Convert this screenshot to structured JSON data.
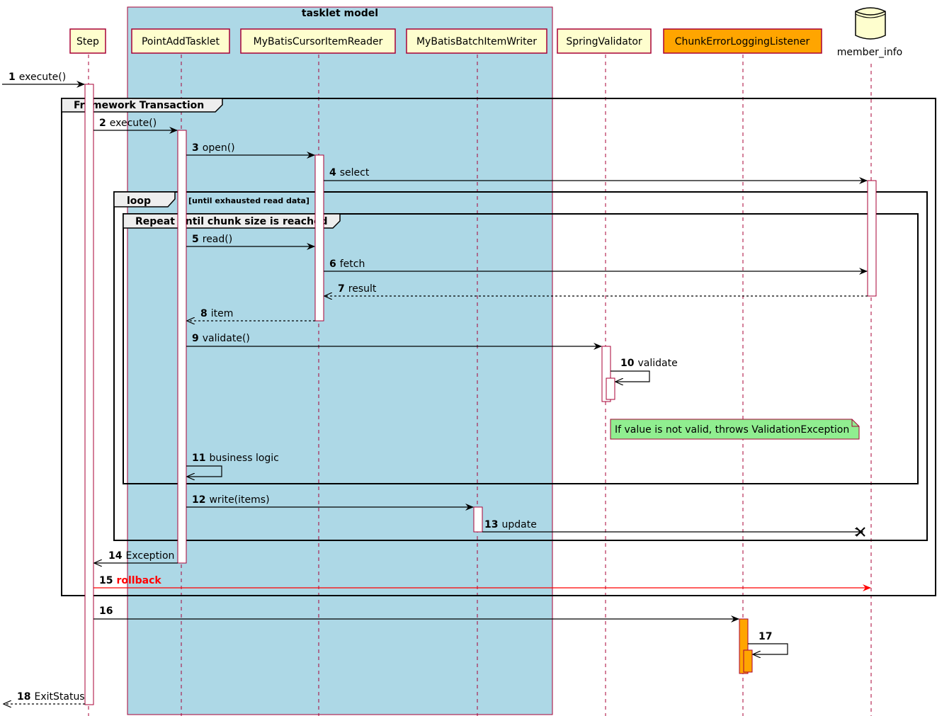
{
  "box": {
    "title": "tasklet model",
    "color": "#ADD8E6",
    "border": "#A80036"
  },
  "participants": [
    {
      "id": "step",
      "label": "Step",
      "kind": "participant",
      "fill": "#FEFECE"
    },
    {
      "id": "tasklet",
      "label": "PointAddTasklet",
      "kind": "participant",
      "fill": "#FEFECE"
    },
    {
      "id": "reader",
      "label": "MyBatisCursorItemReader",
      "kind": "participant",
      "fill": "#FEFECE"
    },
    {
      "id": "writer",
      "label": "MyBatisBatchItemWriter",
      "kind": "participant",
      "fill": "#FEFECE"
    },
    {
      "id": "validator",
      "label": "SpringValidator",
      "kind": "participant",
      "fill": "#FEFECE"
    },
    {
      "id": "listener",
      "label": "ChunkErrorLoggingListener",
      "kind": "participant",
      "fill": "#FFA500"
    },
    {
      "id": "db",
      "label": "member_info",
      "kind": "database",
      "fill": "#FEFECE"
    }
  ],
  "frames": [
    {
      "id": "framework-transaction",
      "title": "Framework Transaction",
      "guard": ""
    },
    {
      "id": "loop",
      "title": "loop",
      "guard": "[until exhausted read data]"
    },
    {
      "id": "repeat-chunk",
      "title": "Repeat until chunk size is reached",
      "guard": ""
    }
  ],
  "messages": [
    {
      "n": "1",
      "text": "execute()",
      "from": "left",
      "to": "step",
      "style": "solid"
    },
    {
      "n": "2",
      "text": "execute()",
      "from": "step",
      "to": "tasklet",
      "style": "solid"
    },
    {
      "n": "3",
      "text": "open()",
      "from": "tasklet",
      "to": "reader",
      "style": "solid"
    },
    {
      "n": "4",
      "text": "select",
      "from": "reader",
      "to": "db",
      "style": "solid"
    },
    {
      "n": "5",
      "text": "read()",
      "from": "tasklet",
      "to": "reader",
      "style": "solid"
    },
    {
      "n": "6",
      "text": "fetch",
      "from": "reader",
      "to": "db",
      "style": "solid"
    },
    {
      "n": "7",
      "text": "result",
      "from": "db",
      "to": "reader",
      "style": "dashed"
    },
    {
      "n": "8",
      "text": "item",
      "from": "reader",
      "to": "tasklet",
      "style": "dashed"
    },
    {
      "n": "9",
      "text": "validate()",
      "from": "tasklet",
      "to": "validator",
      "style": "solid"
    },
    {
      "n": "10",
      "text": "validate",
      "from": "validator",
      "to": "validator",
      "style": "self"
    },
    {
      "n": "11",
      "text": "business logic",
      "from": "tasklet",
      "to": "tasklet",
      "style": "self"
    },
    {
      "n": "12",
      "text": "write(items)",
      "from": "tasklet",
      "to": "writer",
      "style": "solid"
    },
    {
      "n": "13",
      "text": "update",
      "from": "writer",
      "to": "db",
      "style": "destroy"
    },
    {
      "n": "14",
      "text": "Exception",
      "from": "tasklet",
      "to": "step",
      "style": "solid"
    },
    {
      "n": "15",
      "text": "rollback",
      "from": "step",
      "to": "db",
      "style": "red"
    },
    {
      "n": "16",
      "text": "",
      "from": "step",
      "to": "listener",
      "style": "solid"
    },
    {
      "n": "17",
      "text": "",
      "from": "listener",
      "to": "listener",
      "style": "self"
    },
    {
      "n": "18",
      "text": "ExitStatus",
      "from": "step",
      "to": "left",
      "style": "dashed"
    }
  ],
  "note": {
    "text": "If value is not valid, throws ValidationException",
    "fill": "#90EE90"
  },
  "colors": {
    "rollback": "#FF0000",
    "listener_activation": "#FFA500",
    "line": "#A80036"
  }
}
